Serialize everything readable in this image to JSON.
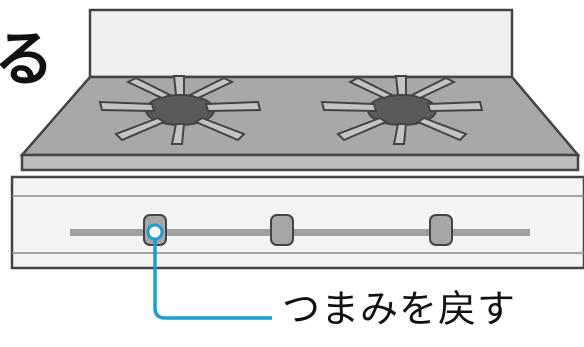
{
  "header_fragment": "る",
  "callout": {
    "text": "つまみを戻す",
    "color": "#1e9bd8"
  },
  "stove": {
    "burners": 2,
    "knobs": 3,
    "highlighted_knob": 1,
    "colors": {
      "backsplash": "#efefef",
      "cooktop": "#a8a8a8",
      "burner_cap": "#5a5a5a",
      "panel": "#f4f4f4",
      "knob_rail": "#a0a0a0",
      "knob": "#a6a6a6",
      "outline": "#444444"
    }
  }
}
